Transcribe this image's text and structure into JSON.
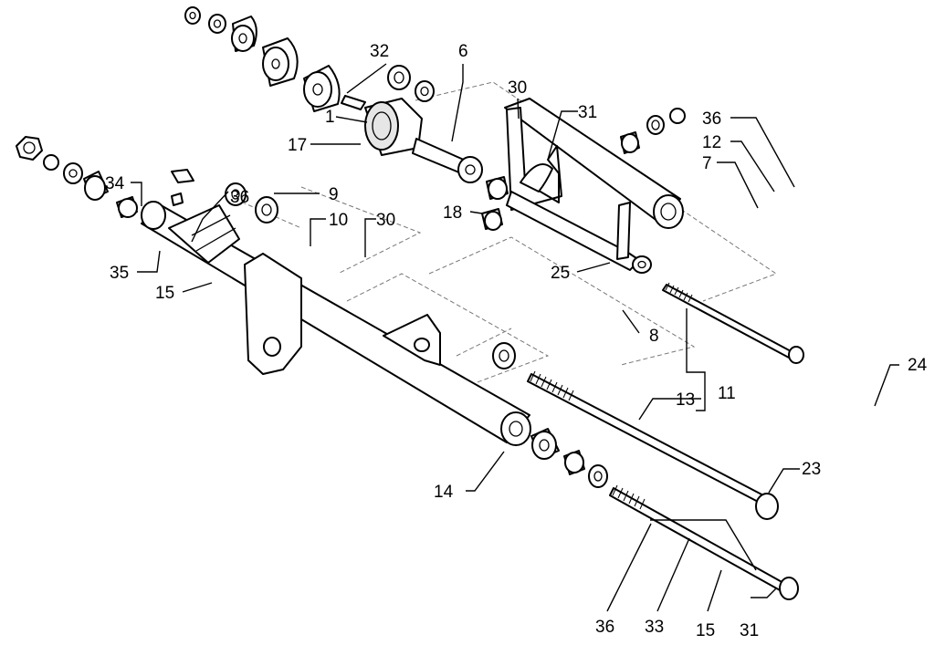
{
  "diagram": {
    "callouts": [
      {
        "id": "c32",
        "text": "32"
      },
      {
        "id": "c6",
        "text": "6"
      },
      {
        "id": "c30a",
        "text": "30"
      },
      {
        "id": "c31a",
        "text": "31"
      },
      {
        "id": "c1",
        "text": "1"
      },
      {
        "id": "c17",
        "text": "17"
      },
      {
        "id": "c36a",
        "text": "36"
      },
      {
        "id": "c12",
        "text": "12"
      },
      {
        "id": "c7",
        "text": "7"
      },
      {
        "id": "c34",
        "text": "34"
      },
      {
        "id": "c36b",
        "text": "36"
      },
      {
        "id": "c9",
        "text": "9"
      },
      {
        "id": "c18",
        "text": "18"
      },
      {
        "id": "c10",
        "text": "10"
      },
      {
        "id": "c30b",
        "text": "30"
      },
      {
        "id": "c35",
        "text": "35"
      },
      {
        "id": "c15a",
        "text": "15"
      },
      {
        "id": "c25",
        "text": "25"
      },
      {
        "id": "c8",
        "text": "8"
      },
      {
        "id": "c24",
        "text": "24"
      },
      {
        "id": "c11",
        "text": "11"
      },
      {
        "id": "c13",
        "text": "13"
      },
      {
        "id": "c23",
        "text": "23"
      },
      {
        "id": "c14",
        "text": "14"
      },
      {
        "id": "c36c",
        "text": "36"
      },
      {
        "id": "c33",
        "text": "33"
      },
      {
        "id": "c15b",
        "text": "15"
      },
      {
        "id": "c31b",
        "text": "31"
      }
    ]
  }
}
